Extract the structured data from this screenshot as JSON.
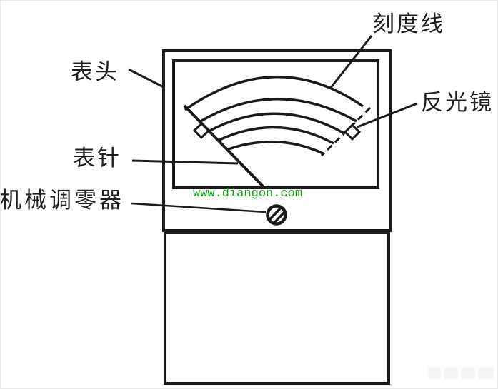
{
  "diagram": {
    "subject": "analog-meter-movement-schematic",
    "labels": {
      "meter_head": "表头",
      "scale_lines": "刻度线",
      "mirror": "反光镜",
      "pointer": "表针",
      "zero_adjuster": "机械调零器"
    },
    "watermark": {
      "text": "www.diangon.com",
      "color": "#0f9d0f"
    },
    "colors": {
      "line": "#1a1a1a",
      "background": "#ffffff"
    },
    "components": {
      "scale_arc_count": "5",
      "mirror_line_style": "dashed",
      "zero_adjuster_symbol": "slotted-screw-circle"
    }
  }
}
